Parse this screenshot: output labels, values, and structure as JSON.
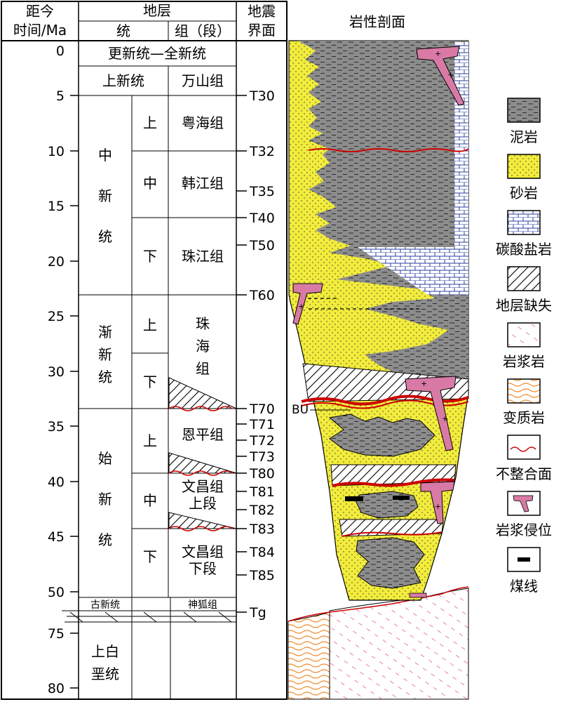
{
  "header": {
    "age_title_1": "距今",
    "age_title_2": "时间/Ma",
    "strata_title": "地层",
    "series_title": "统",
    "formation_title": "组（段）",
    "seismic_title_1": "地震",
    "seismic_title_2": "界面",
    "section_title": "岩性剖面"
  },
  "age_ticks": [
    "0",
    "5",
    "10",
    "15",
    "20",
    "25",
    "30",
    "35",
    "40",
    "45",
    "50",
    "75",
    "80"
  ],
  "epochs": {
    "pleistocene_holocene": "更新统—全新统",
    "pliocene": "上新统",
    "miocene": [
      "中",
      "新",
      "统"
    ],
    "oligocene": [
      "渐",
      "新",
      "统"
    ],
    "eocene": [
      "始",
      "新",
      "统"
    ],
    "paleocene": "古新统",
    "upper_cretaceous": [
      "上白",
      "垩统"
    ]
  },
  "subdivisions": {
    "upper": "上",
    "middle": "中",
    "lower": "下"
  },
  "formations": {
    "wanshan": "万山组",
    "yuehai": "粤海组",
    "hanjiang": "韩江组",
    "zhujiang": "珠江组",
    "zhuhai": [
      "珠",
      "海",
      "组"
    ],
    "enping": "恩平组",
    "wenchang_upper": [
      "文昌组",
      "上段"
    ],
    "wenchang_lower": [
      "文昌组",
      "下段"
    ],
    "shenhu": "神狐组"
  },
  "seismic_horizons": [
    "T30",
    "T32",
    "T35",
    "T40",
    "T50",
    "T60",
    "T70",
    "T71",
    "T72",
    "T73",
    "T80",
    "T81",
    "T82",
    "T83",
    "T84",
    "T85",
    "Tg"
  ],
  "section_annotation": "BU",
  "legend": [
    {
      "key": "mudstone",
      "label": "泥岩"
    },
    {
      "key": "sandstone",
      "label": "砂岩"
    },
    {
      "key": "carbonate",
      "label": "碳酸盐岩"
    },
    {
      "key": "hiatus",
      "label": "地层缺失"
    },
    {
      "key": "magmatic_rock",
      "label": "岩浆岩"
    },
    {
      "key": "metamorphic_rock",
      "label": "变质岩"
    },
    {
      "key": "unconformity",
      "label": "不整合面"
    },
    {
      "key": "intrusion",
      "label": "岩浆侵位"
    },
    {
      "key": "coal",
      "label": "煤线"
    }
  ],
  "colors": {
    "mudstone": "#8c8c8c",
    "sandstone": "#f2ec3c",
    "carbonate": "#2a3fa0",
    "magma": "#e0458a",
    "intrusion": "#d97aa6",
    "metamorphic": "#f08a2a",
    "unconformity": "#cc0000"
  }
}
